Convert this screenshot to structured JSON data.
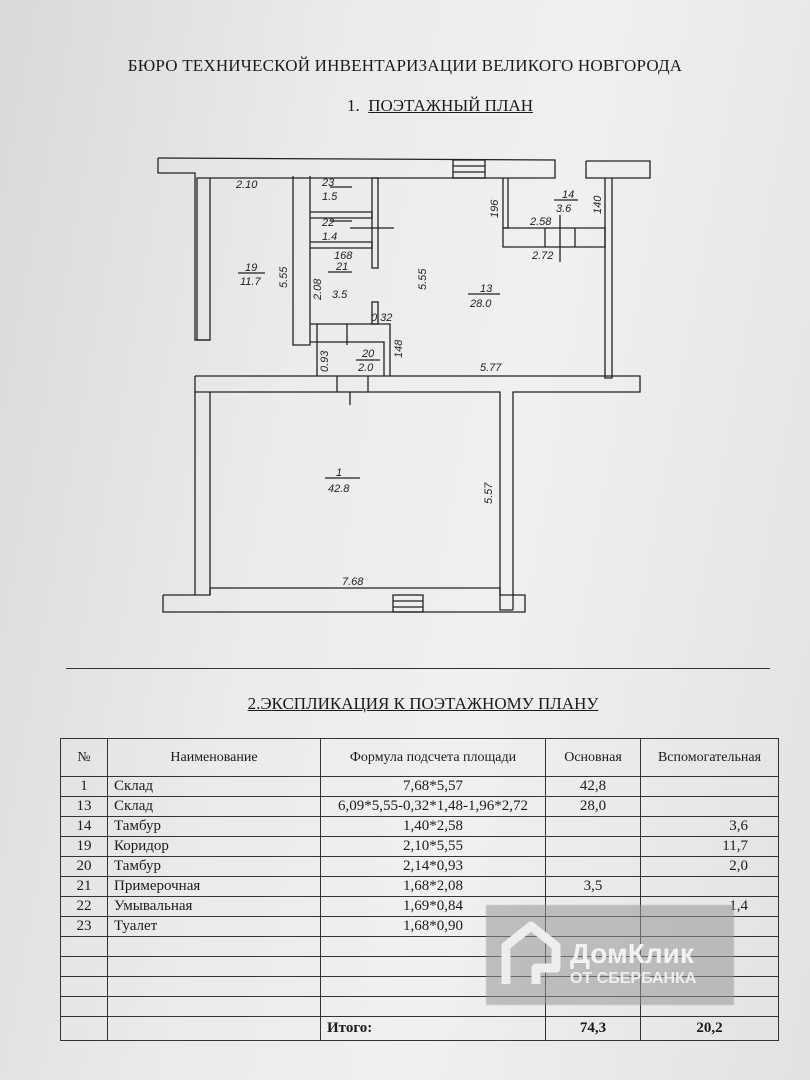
{
  "header": {
    "organization": "БЮРО ТЕХНИЧЕСКОЙ ИНВЕНТАРИЗАЦИИ ВЕЛИКОГО НОВГОРОДА",
    "section1_num": "1.",
    "section1_title": "ПОЭТАЖНЫЙ ПЛАН"
  },
  "plan": {
    "rooms": [
      {
        "num": "1",
        "area": "42.8"
      },
      {
        "num": "13",
        "area": "28.0"
      },
      {
        "num": "14",
        "area": "3.6"
      },
      {
        "num": "19",
        "area": "11.7"
      },
      {
        "num": "20",
        "area": "2.0"
      },
      {
        "num": "21",
        "area": "3.5"
      },
      {
        "num": "22",
        "area": "1.4"
      },
      {
        "num": "23",
        "area": "1.5"
      }
    ],
    "dims": {
      "d210": "2.10",
      "d555a": "5.55",
      "d555b": "5.55",
      "d168": "168",
      "d208": "2.08",
      "d032": "0.32",
      "d148": "148",
      "d093": "0.93",
      "d577": "5.77",
      "d196": "196",
      "d258": "2.58",
      "d272": "2.72",
      "d140": "140",
      "d557": "5.57",
      "d768": "7.68"
    }
  },
  "section2_title": "2.ЭКСПЛИКАЦИЯ К ПОЭТАЖНОМУ ПЛАНУ",
  "table": {
    "headers": [
      "№",
      "Наименование",
      "Формула подсчета площади",
      "Основная",
      "Вспомогательная"
    ],
    "rows": [
      [
        "1",
        "Склад",
        "7,68*5,57",
        "42,8",
        ""
      ],
      [
        "13",
        "Склад",
        "6,09*5,55-0,32*1,48-1,96*2,72",
        "28,0",
        ""
      ],
      [
        "14",
        "Тамбур",
        "1,40*2,58",
        "",
        "3,6"
      ],
      [
        "19",
        "Коридор",
        "2,10*5,55",
        "",
        "11,7"
      ],
      [
        "20",
        "Тамбур",
        "2,14*0,93",
        "",
        "2,0"
      ],
      [
        "21",
        "Примерочная",
        "1,68*2,08",
        "3,5",
        ""
      ],
      [
        "22",
        "Умывальная",
        "1,69*0,84",
        "",
        "1,4"
      ],
      [
        "23",
        "Туалет",
        "1,68*0,90",
        "",
        ""
      ]
    ],
    "total": {
      "label": "Итого:",
      "main": "74,3",
      "aux": "20,2"
    }
  },
  "watermark": {
    "name": "ДомКлик",
    "sub": "ОТ СБЕРБАНКА"
  }
}
